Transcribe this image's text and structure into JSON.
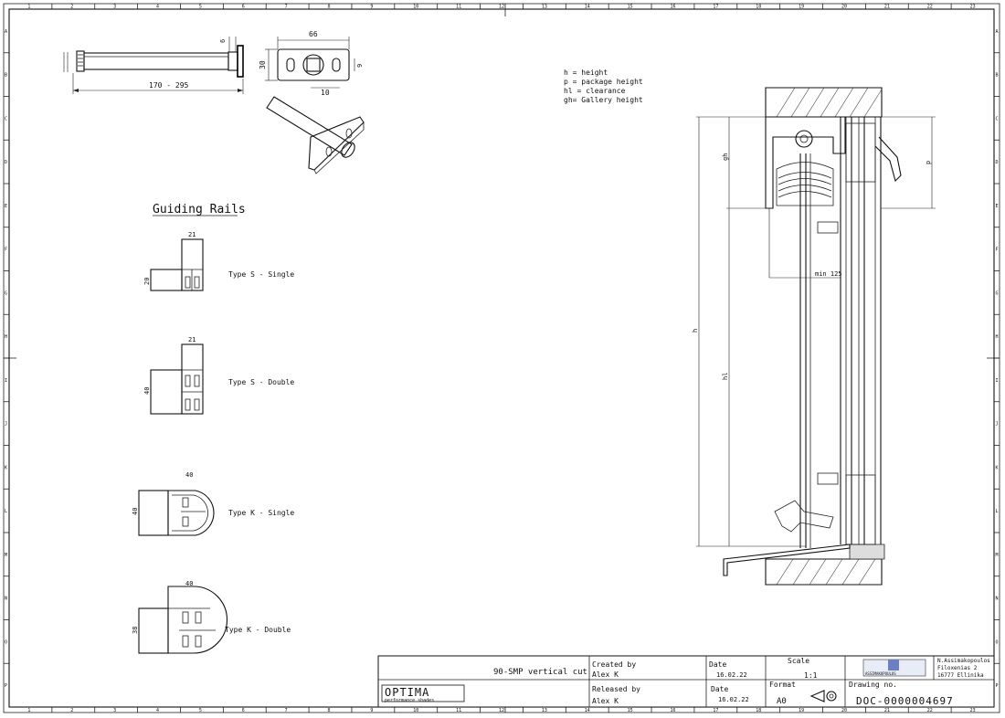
{
  "border": {
    "columns": [
      "1",
      "2",
      "3",
      "4",
      "5",
      "6",
      "7",
      "8",
      "9",
      "10",
      "11",
      "12",
      "13",
      "14",
      "15",
      "16",
      "17",
      "18",
      "19",
      "20",
      "21",
      "22",
      "23"
    ],
    "rows": [
      "A",
      "B",
      "C",
      "D",
      "E",
      "F",
      "G",
      "H",
      "I",
      "J",
      "K",
      "L",
      "M",
      "N",
      "O",
      "P"
    ]
  },
  "bracket": {
    "length_label": "170 - 295",
    "dim_6": "6",
    "dim_66": "66",
    "dim_30": "30",
    "dim_9": "9",
    "dim_10": "10"
  },
  "legend": {
    "h": "h = height",
    "p": "p = package height",
    "hl": "hl = clearance",
    "gh": "gh= Gallery height"
  },
  "rails": {
    "title": "Guiding Rails",
    "s_single": {
      "label": "Type S - Single",
      "w": "21",
      "h": "20"
    },
    "s_double": {
      "label": "Type S - Double",
      "w": "21",
      "h": "40"
    },
    "k_single": {
      "label": "Type K - Single",
      "w": "40",
      "h": "40"
    },
    "k_double": {
      "label": "Type K - Double",
      "w": "40",
      "h": "38"
    }
  },
  "section": {
    "gh": "gh",
    "p": "p",
    "h": "h",
    "hl": "hl",
    "min": "min 125"
  },
  "titleblock": {
    "logo_main": "OPTIMA",
    "logo_sub": "performance shades",
    "title": "90-SMP vertical cut",
    "created_by_label": "Created by",
    "created_by": "Alex K",
    "released_by_label": "Released by",
    "released_by": "Alex K",
    "date_label": "Date",
    "date1": "16.02.22",
    "date2": "16.02.22",
    "scale_label": "Scale",
    "scale": "1:1",
    "format_label": "Format",
    "format": "A0",
    "drawing_no_label": "Drawing no.",
    "drawing_no": "DOC-0000004697",
    "company_logo": "ASSIMAKOPOULOS",
    "company_line1": "N.Assimakopoulos",
    "company_line2": "Filoxenias 2",
    "company_line3": "16777 Ellinika"
  }
}
